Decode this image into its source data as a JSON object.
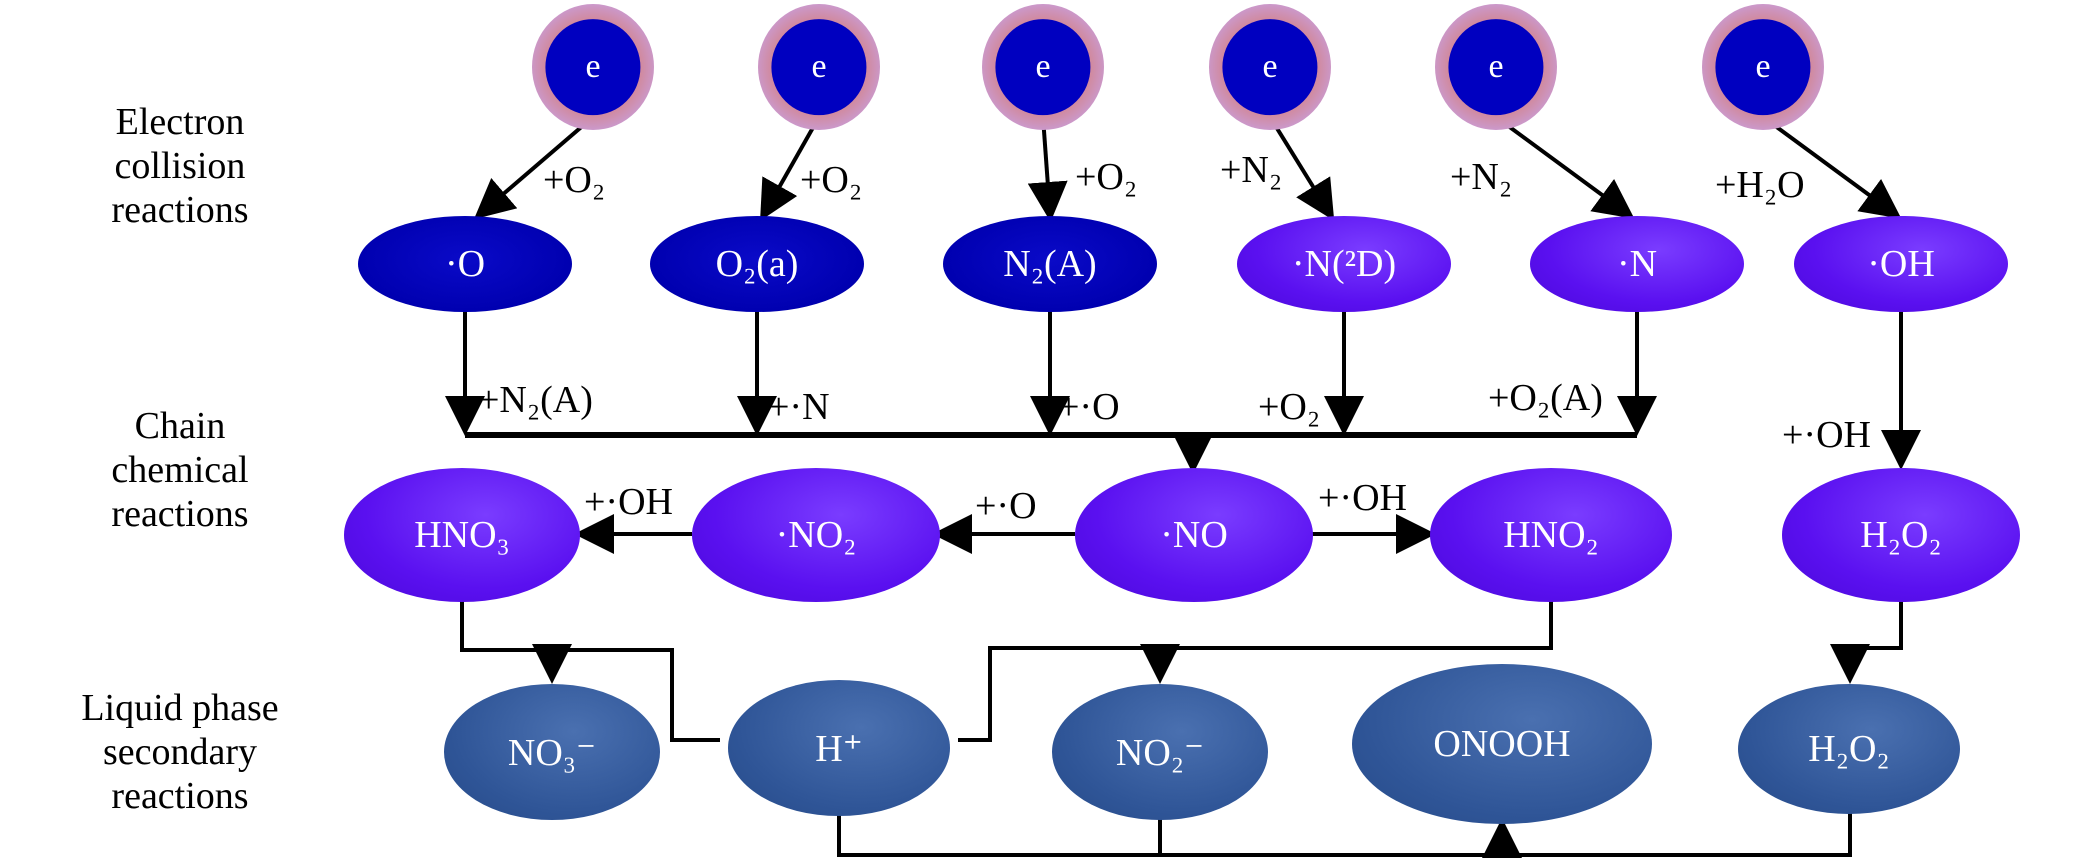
{
  "row_labels": {
    "electron": [
      "Electron",
      "collision",
      "reactions"
    ],
    "chain": [
      "Chain",
      "chemical",
      "reactions"
    ],
    "liquid": [
      "Liquid phase",
      "secondary",
      "reactions"
    ]
  },
  "electron_label": "e",
  "colors": {
    "electron_core": "#0000c0",
    "dark_blue_species": "#0000b0",
    "violet_species": "#5a10f0",
    "liquid_species": "#2f5597",
    "arrow": "#000000"
  },
  "electron_collision": [
    {
      "reagent": "+O₂",
      "product": "·O",
      "style": "dark"
    },
    {
      "reagent": "+O₂",
      "product": "O₂(a)",
      "style": "dark"
    },
    {
      "reagent": "+O₂",
      "product": "N₂(A)",
      "style": "dark"
    },
    {
      "reagent": "+N₂",
      "product": "·N(²D)",
      "style": "violet"
    },
    {
      "reagent": "+N₂",
      "product": "·N",
      "style": "violet"
    },
    {
      "reagent": "+H₂O",
      "product": "·OH",
      "style": "violet"
    }
  ],
  "bus_reagents": [
    "+N₂(A)",
    "+·N",
    "+·O",
    "+O₂",
    "+O₂(A)"
  ],
  "oh_to_h2o2_reagent": "+·OH",
  "chain_species": {
    "hno3": "HNO₃",
    "no2": "·NO₂",
    "no": "·NO",
    "hno2": "HNO₂",
    "h2o2": "H₂O₂"
  },
  "chain_reagents": {
    "no2_to_hno3": "+·OH",
    "no_to_no2": "+·O",
    "no_to_hno2": "+·OH"
  },
  "liquid_species": {
    "no3m": "NO₃⁻",
    "hp": "H⁺",
    "no2m": "NO₂⁻",
    "onooh": "ONOOH",
    "h2o2": "H₂O₂"
  }
}
